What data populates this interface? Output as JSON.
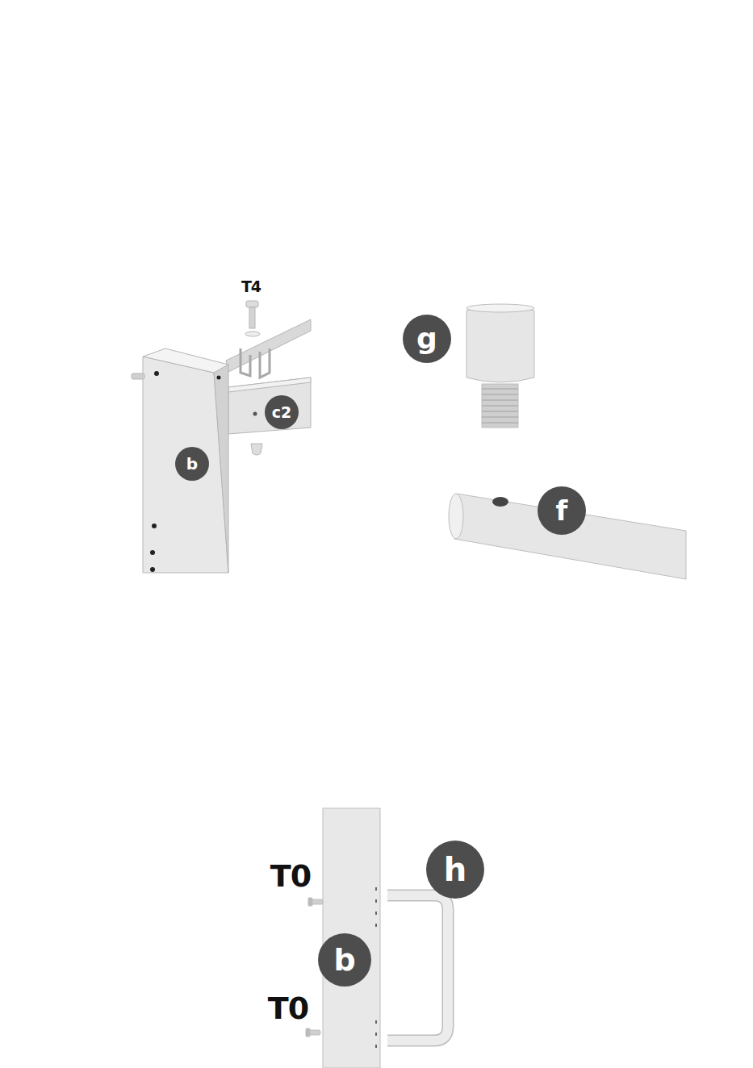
{
  "diagram": {
    "nodes": [
      {
        "text": [
          "g"
        ]
      },
      {
        "text": [
          "c2"
        ]
      },
      {
        "text": [
          "b"
        ]
      },
      {
        "text": [
          "f"
        ]
      },
      {
        "text": [
          "h"
        ]
      },
      {
        "text": [
          "b"
        ]
      }
    ],
    "labels": [
      "T4",
      "T0",
      "T0"
    ]
  }
}
